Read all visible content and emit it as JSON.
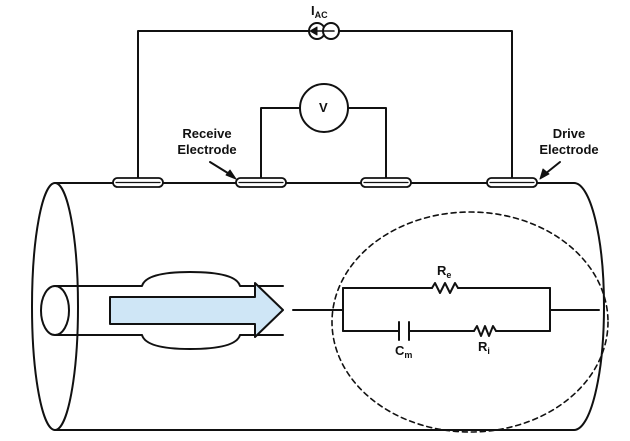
{
  "labels": {
    "current_source": {
      "main": "I",
      "sub": "AC"
    },
    "voltmeter": "V",
    "receive_line1": "Receive",
    "receive_line2": "Electrode",
    "drive_line1": "Drive",
    "drive_line2": "Electrode",
    "re": {
      "main": "R",
      "sub": "e"
    },
    "cm": {
      "main": "C",
      "sub": "m"
    },
    "ri": {
      "main": "R",
      "sub": "i"
    }
  },
  "colors": {
    "stroke": "#111111",
    "arrow_fill": "#cfe6f6",
    "background": "#ffffff"
  }
}
